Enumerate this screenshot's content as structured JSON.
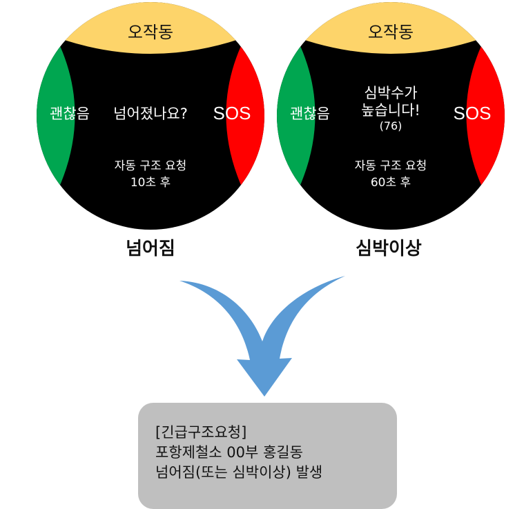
{
  "colors": {
    "top_button": "#fdd46a",
    "left_button": "#00a650",
    "right_button": "#ff0000",
    "watch_face": "#000000",
    "arrow": "#5b9bd5",
    "message_box": "#bfbfbf"
  },
  "watches": [
    {
      "top_button": "오작동",
      "left_button": "괜찮음",
      "right_button": "SOS",
      "message_lines": [
        "넘어졌나요?"
      ],
      "sub_value": "",
      "auto_rescue_line": "자동 구조 요청",
      "countdown": "10초 후",
      "caption": "넘어짐"
    },
    {
      "top_button": "오작동",
      "left_button": "괜찮음",
      "right_button": "SOS",
      "message_lines": [
        "심박수가",
        "높습니다!"
      ],
      "sub_value": "(76)",
      "auto_rescue_line": "자동 구조 요청",
      "countdown": "60초 후",
      "caption": "심박이상"
    }
  ],
  "arrow": {
    "icon": "curved-merge-arrow-down"
  },
  "emergency_message": {
    "lines": [
      "[긴급구조요청]",
      "포항제철소 00부 홍길동",
      "넘어짐(또는 심박이상) 발생"
    ]
  }
}
